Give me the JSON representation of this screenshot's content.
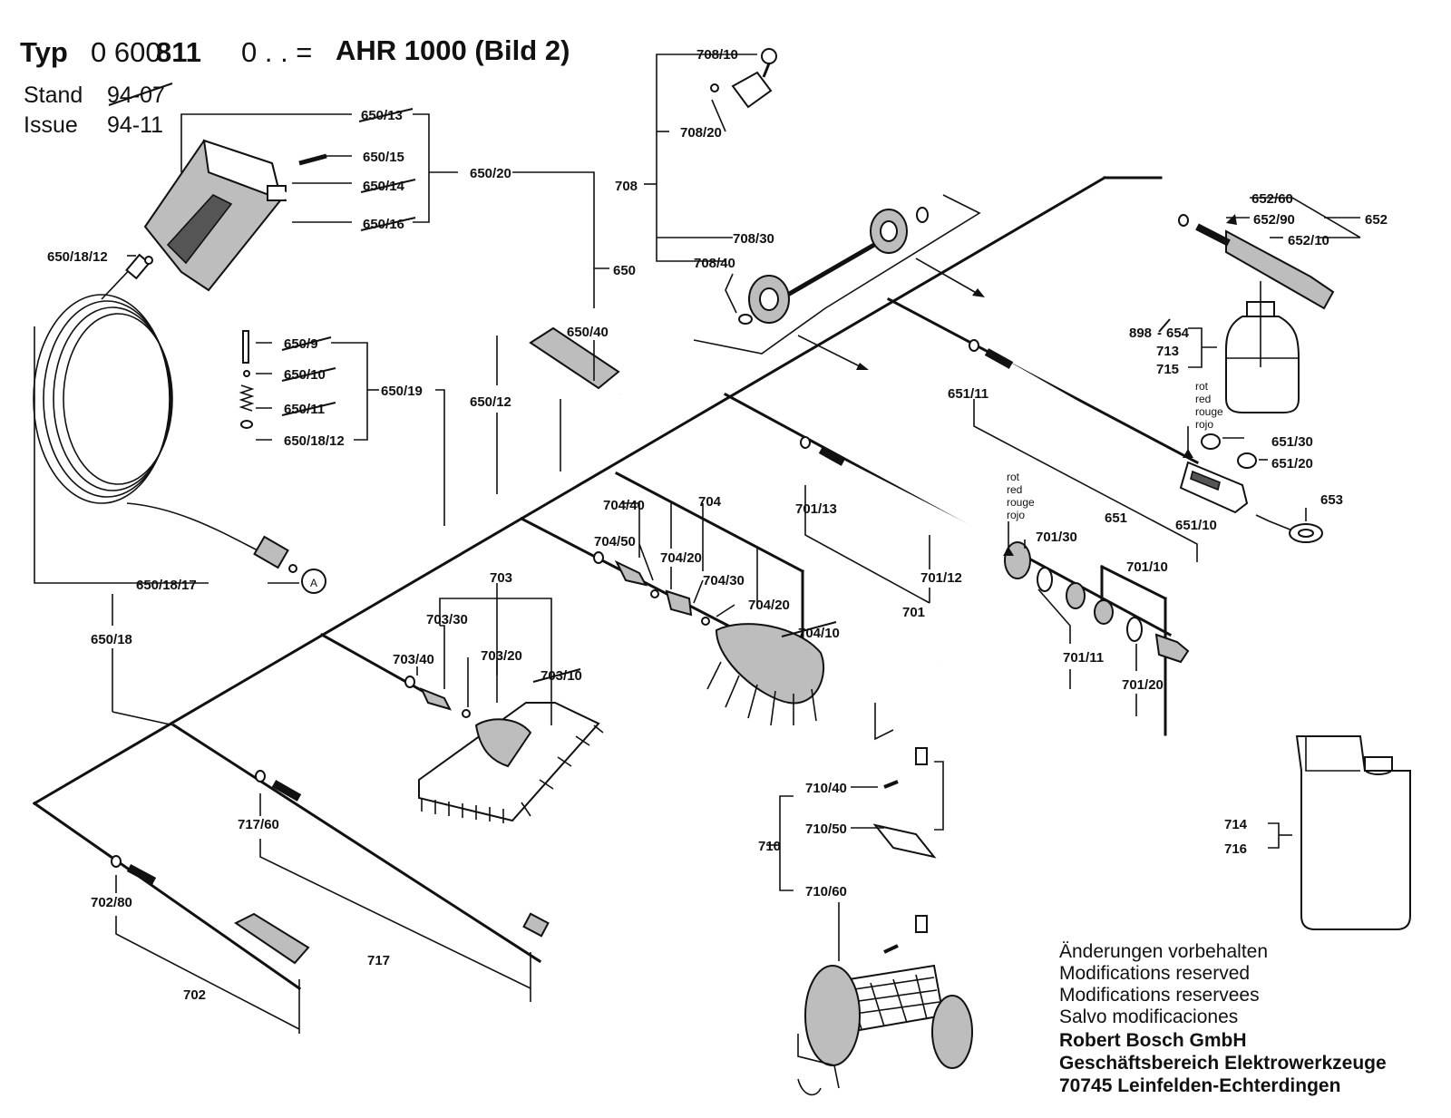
{
  "header": {
    "typ_label": "Typ",
    "type_prefix": "0 600",
    "type_bold": "811",
    "type_suffix": "0 . . =",
    "model": "AHR 1000 (Bild 2)",
    "stand_label": "Stand",
    "stand_value": "94-07",
    "issue_label": "Issue",
    "issue_value": "94-11"
  },
  "parts": {
    "p708_10": "708/10",
    "p708_20": "708/20",
    "p708": "708",
    "p708_30": "708/30",
    "p708_40": "708/40",
    "p650_13": "650/13",
    "p650_15": "650/15",
    "p650_14": "650/14",
    "p650_16": "650/16",
    "p650_20": "650/20",
    "p650": "650",
    "p650_40": "650/40",
    "p650_12": "650/12",
    "p650_18_12_top": "650/18/12",
    "p650_9": "650/9",
    "p650_10": "650/10",
    "p650_11": "650/11",
    "p650_18_12": "650/18/12",
    "p650_19": "650/19",
    "p650_18_17": "650/18/17",
    "p650_18": "650/18",
    "circleA": "A",
    "p652_60": "652/60",
    "p652_90": "652/90",
    "p652": "652",
    "p652_10": "652/10",
    "p898": "898",
    "p654": "654",
    "p713": "713",
    "p715": "715",
    "p651_11": "651/11",
    "p651_30": "651/30",
    "p651_20": "651/20",
    "p651": "651",
    "p651_10": "651/10",
    "p653": "653",
    "p704_40": "704/40",
    "p704": "704",
    "p704_50": "704/50",
    "p704_20a": "704/20",
    "p704_30": "704/30",
    "p704_20b": "704/20",
    "p704_10": "704/10",
    "p701_13": "701/13",
    "p701_30": "701/30",
    "p701_12": "701/12",
    "p701": "701",
    "p701_10": "701/10",
    "p701_11": "701/11",
    "p701_20": "701/20",
    "p703": "703",
    "p703_30": "703/30",
    "p703_40": "703/40",
    "p703_20": "703/20",
    "p703_10": "703/10",
    "p717_60": "717/60",
    "p702_80": "702/80",
    "p717": "717",
    "p702": "702",
    "p710_40": "710/40",
    "p710_50": "710/50",
    "p710": "710",
    "p710_60": "710/60",
    "p714": "714",
    "p716": "716"
  },
  "color_labels": {
    "rot": "rot",
    "red": "red",
    "rouge": "rouge",
    "rojo": "rojo"
  },
  "footer": {
    "line1": "Änderungen vorbehalten",
    "line2": "Modifications reserved",
    "line3": "Modifications reservees",
    "line4": "Salvo modificaciones",
    "company": "Robert Bosch GmbH",
    "division": "Geschäftsbereich Elektrowerkzeuge",
    "address": "70745 Leinfelden-Echterdingen"
  }
}
